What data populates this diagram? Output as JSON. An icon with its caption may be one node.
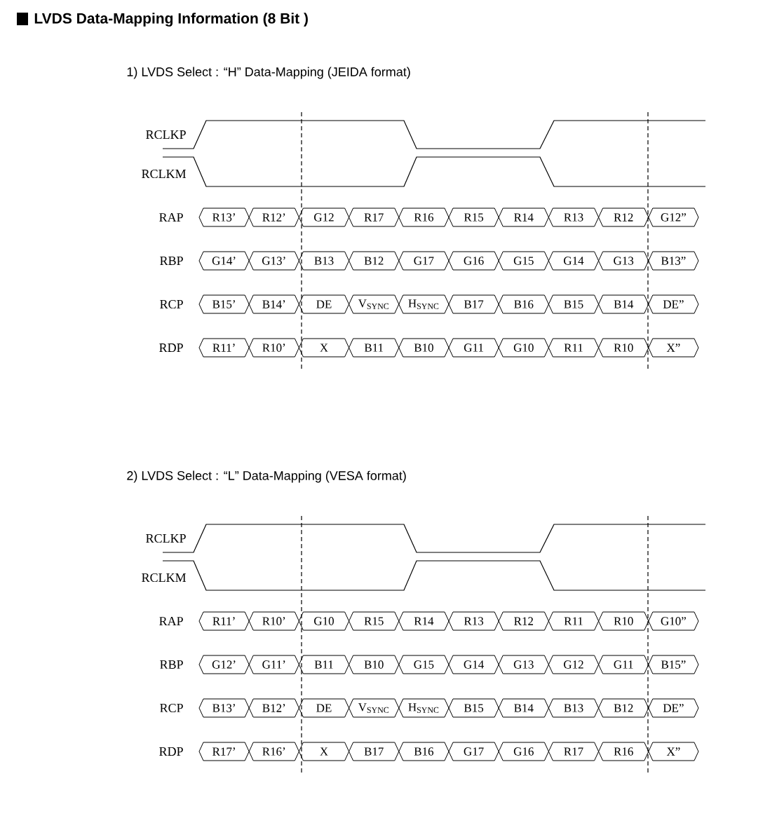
{
  "diagram": {
    "title": "LVDS Data-Mapping Information (8 Bit )",
    "nodes": [
      {
        "text": [
          "R13’"
        ]
      },
      {
        "text": [
          "R12’"
        ]
      },
      {
        "text": [
          "G12"
        ]
      },
      {
        "text": [
          "R17"
        ]
      },
      {
        "text": [
          "R16"
        ]
      },
      {
        "text": [
          "R15"
        ]
      },
      {
        "text": [
          "R14"
        ]
      },
      {
        "text": [
          "R13"
        ]
      },
      {
        "text": [
          "R12"
        ]
      },
      {
        "text": [
          "G12”"
        ]
      },
      {
        "text": [
          "G14’"
        ]
      },
      {
        "text": [
          "G13’"
        ]
      },
      {
        "text": [
          "B13"
        ]
      },
      {
        "text": [
          "B12"
        ]
      },
      {
        "text": [
          "G17"
        ]
      },
      {
        "text": [
          "G16"
        ]
      },
      {
        "text": [
          "G15"
        ]
      },
      {
        "text": [
          "G14"
        ]
      },
      {
        "text": [
          "G13"
        ]
      },
      {
        "text": [
          "B13”"
        ]
      },
      {
        "text": [
          "B15’"
        ]
      },
      {
        "text": [
          "B14’"
        ]
      },
      {
        "text": [
          "DE"
        ]
      },
      {
        "text": [
          "V$_{SYNC}$"
        ]
      },
      {
        "text": [
          "H$_{SYNC}$"
        ]
      },
      {
        "text": [
          "B17"
        ]
      },
      {
        "text": [
          "B16"
        ]
      },
      {
        "text": [
          "B15"
        ]
      },
      {
        "text": [
          "B14"
        ]
      },
      {
        "text": [
          "DE”"
        ]
      },
      {
        "text": [
          "R11’"
        ]
      },
      {
        "text": [
          "R10’"
        ]
      },
      {
        "text": [
          "X"
        ]
      },
      {
        "text": [
          "B11"
        ]
      },
      {
        "text": [
          "B10"
        ]
      },
      {
        "text": [
          "G11"
        ]
      },
      {
        "text": [
          "G10"
        ]
      },
      {
        "text": [
          "R11"
        ]
      },
      {
        "text": [
          "R10"
        ]
      },
      {
        "text": [
          "X”"
        ]
      },
      {
        "text": [
          "R11’"
        ]
      },
      {
        "text": [
          "R10’"
        ]
      },
      {
        "text": [
          "G10"
        ]
      },
      {
        "text": [
          "R15"
        ]
      },
      {
        "text": [
          "R14"
        ]
      },
      {
        "text": [
          "R13"
        ]
      },
      {
        "text": [
          "R12"
        ]
      },
      {
        "text": [
          "R11"
        ]
      },
      {
        "text": [
          "R10"
        ]
      },
      {
        "text": [
          "G10”"
        ]
      },
      {
        "text": [
          "G12’"
        ]
      },
      {
        "text": [
          "G11’"
        ]
      },
      {
        "text": [
          "B11"
        ]
      },
      {
        "text": [
          "B10"
        ]
      },
      {
        "text": [
          "G15"
        ]
      },
      {
        "text": [
          "G14"
        ]
      },
      {
        "text": [
          "G13"
        ]
      },
      {
        "text": [
          "G12"
        ]
      },
      {
        "text": [
          "G11"
        ]
      },
      {
        "text": [
          "B15”"
        ]
      },
      {
        "text": [
          "B13’"
        ]
      },
      {
        "text": [
          "B12’"
        ]
      },
      {
        "text": [
          "DE"
        ]
      },
      {
        "text": [
          "V$_{SYNC}$"
        ]
      },
      {
        "text": [
          "H$_{SYNC}$"
        ]
      },
      {
        "text": [
          "B15"
        ]
      },
      {
        "text": [
          "B14"
        ]
      },
      {
        "text": [
          "B13"
        ]
      },
      {
        "text": [
          "B12"
        ]
      },
      {
        "text": [
          "DE”"
        ]
      },
      {
        "text": [
          "R17’"
        ]
      },
      {
        "text": [
          "R16’"
        ]
      },
      {
        "text": [
          "X"
        ]
      },
      {
        "text": [
          "B17"
        ]
      },
      {
        "text": [
          "B16"
        ]
      },
      {
        "text": [
          "G17"
        ]
      },
      {
        "text": [
          "G16"
        ]
      },
      {
        "text": [
          "R17"
        ]
      },
      {
        "text": [
          "R16"
        ]
      },
      {
        "text": [
          "X”"
        ]
      }
    ],
    "labels": [
      "1) LVDS Select : “H” Data-Mapping (JEIDA format)",
      "RCLKP",
      "RCLKM",
      "RAP",
      "RBP",
      "RCP",
      "RDP",
      "2) LVDS Select : “L” Data-Mapping (VESA format)",
      "RCLKP",
      "RCLKM",
      "RAP",
      "RBP",
      "RCP",
      "RDP"
    ]
  }
}
